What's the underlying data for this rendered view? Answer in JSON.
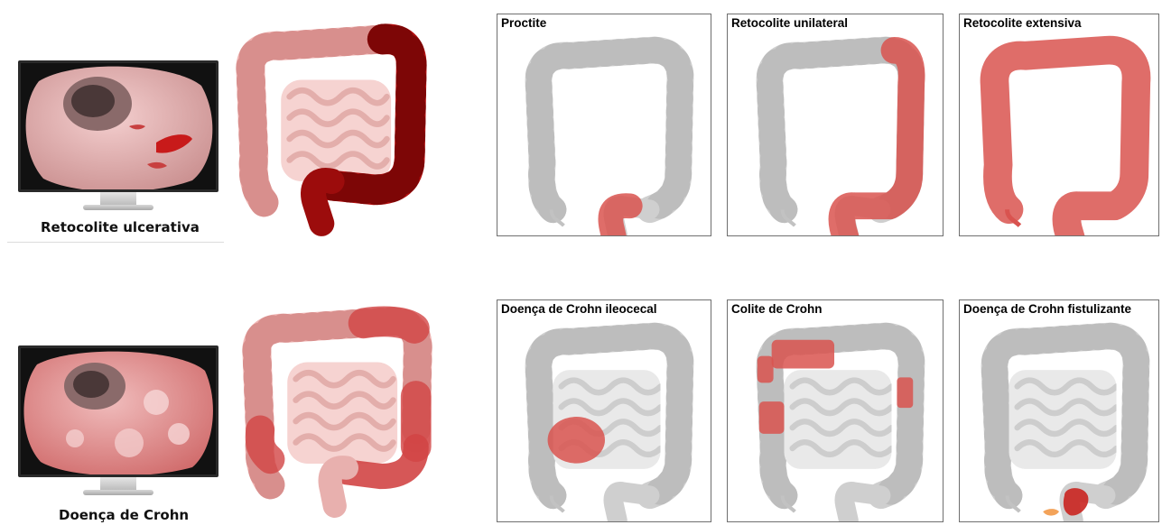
{
  "left_column": {
    "top_caption": "Retocolite ulcerativa",
    "bottom_caption": "Doença de Crohn"
  },
  "panels": {
    "proctite": "Proctite",
    "unilateral": "Retocolite unilateral",
    "extensiva": "Retocolite extensiva",
    "ileocecal": "Doença de Crohn ileocecal",
    "colite": "Colite de Crohn",
    "fistulizante": "Doença de Crohn fistulizante"
  },
  "colors": {
    "inflamed_red": "#d9534f",
    "dark_red": "#a50a0a",
    "healthy_pink": "#f3c2c0",
    "neutral_gray": "#cfcfcf"
  },
  "icons": {
    "monitor": "endoscopy-monitor-icon",
    "colon": "colon-illustration-icon"
  }
}
